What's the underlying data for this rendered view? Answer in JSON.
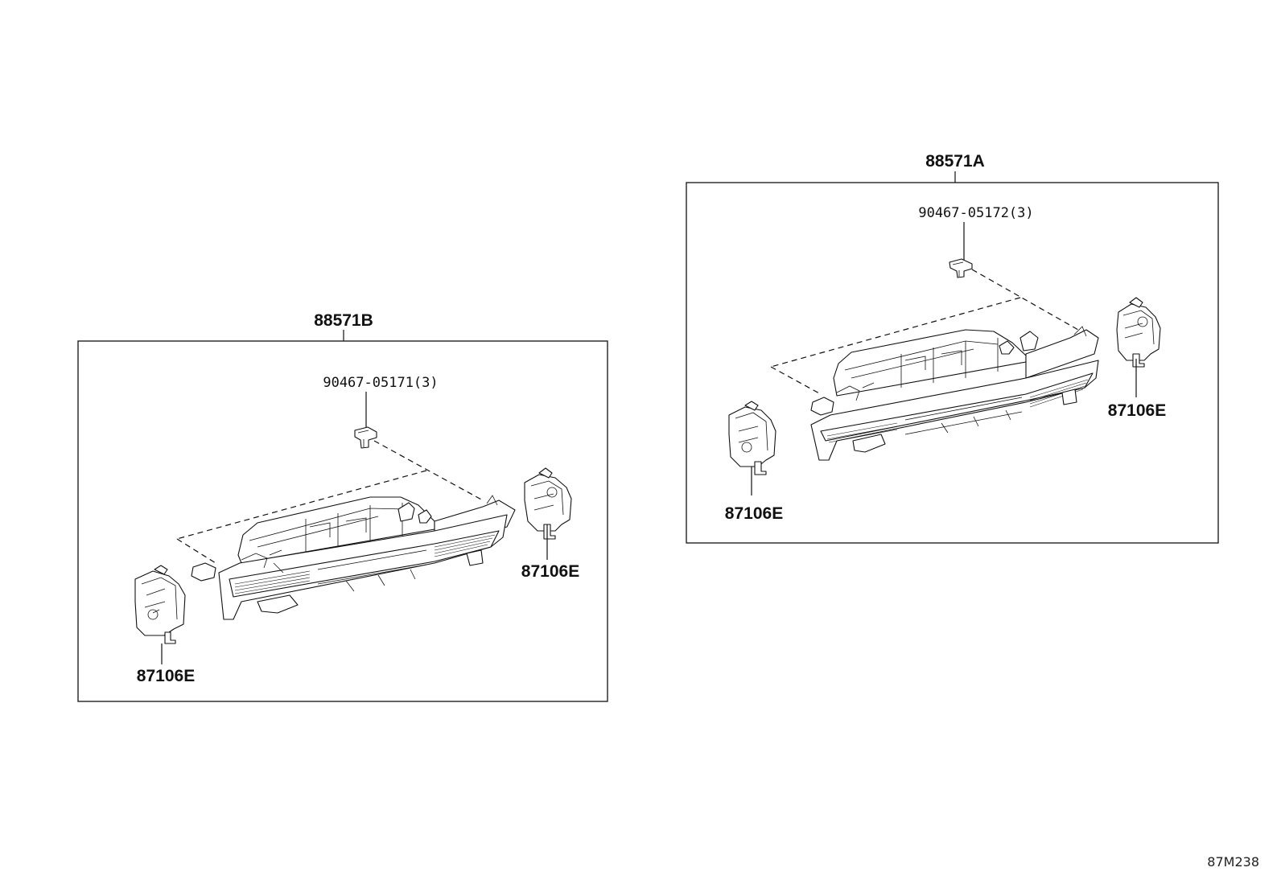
{
  "left_assembly": {
    "assembly_label": "88571B",
    "screw_label": "90467-05171(3)",
    "servo_left_label": "87106E",
    "servo_right_label": "87106E"
  },
  "right_assembly": {
    "assembly_label": "88571A",
    "screw_label": "90467-05172(3)",
    "servo_left_label": "87106E",
    "servo_right_label": "87106E"
  },
  "figure_ref": "87M238"
}
